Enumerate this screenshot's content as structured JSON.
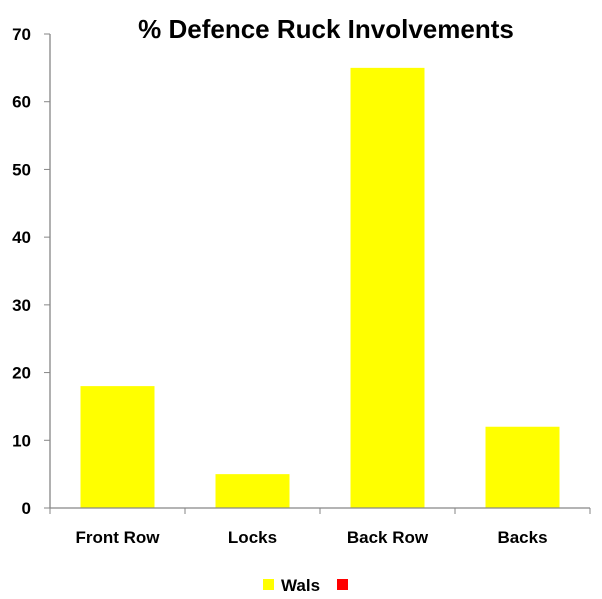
{
  "chart_data": {
    "type": "bar",
    "title": "% Defence Ruck Involvements",
    "xlabel": "",
    "ylabel": "",
    "categories": [
      "Front Row",
      "Locks",
      "Back Row",
      "Backs"
    ],
    "series": [
      {
        "name": "Wals",
        "color": "#FFFF00",
        "values": [
          18,
          5,
          65,
          12
        ]
      },
      {
        "name": "",
        "color": "#FF0000",
        "values": []
      }
    ],
    "ylim": [
      0,
      70
    ],
    "yticks": [
      0,
      10,
      20,
      30,
      40,
      50,
      60,
      70
    ],
    "grid": false,
    "legend": "bottom"
  }
}
